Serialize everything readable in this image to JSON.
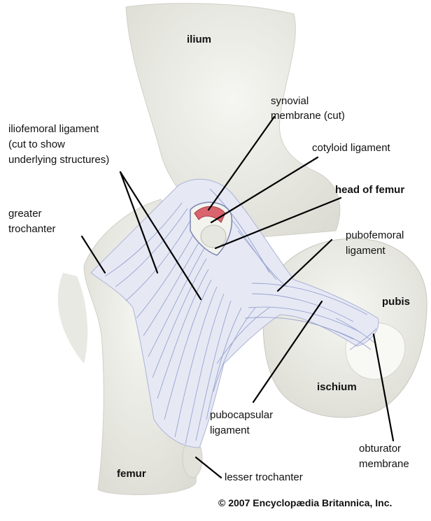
{
  "labels": {
    "ilium": "ilium",
    "synovial_line1": "synovial",
    "synovial_line2": "membrane (cut)",
    "iliofemoral_line1": "iliofemoral ligament",
    "iliofemoral_line2": "(cut to show",
    "iliofemoral_line3": "underlying structures)",
    "cotyloid": "cotyloid ligament",
    "head_of_femur": "head of femur",
    "greater_line1": "greater",
    "greater_line2": "trochanter",
    "pubofemoral_line1": "pubofemoral",
    "pubofemoral_line2": "ligament",
    "pubis": "pubis",
    "ischium": "ischium",
    "pubocapsular_line1": "pubocapsular",
    "pubocapsular_line2": "ligament",
    "obturator_line1": "obturator",
    "obturator_line2": "membrane",
    "femur": "femur",
    "lesser_trochanter": "lesser trochanter"
  },
  "copyright": "© 2007 Encyclopædia Britannica, Inc.",
  "colors": {
    "bone": "#eeeee9",
    "bone_shadow": "#d7d7d0",
    "ligament": "#dfe3f0",
    "ligament_fiber": "#8f9cc8",
    "synovial": "#d9646e",
    "leader": "#000000"
  }
}
